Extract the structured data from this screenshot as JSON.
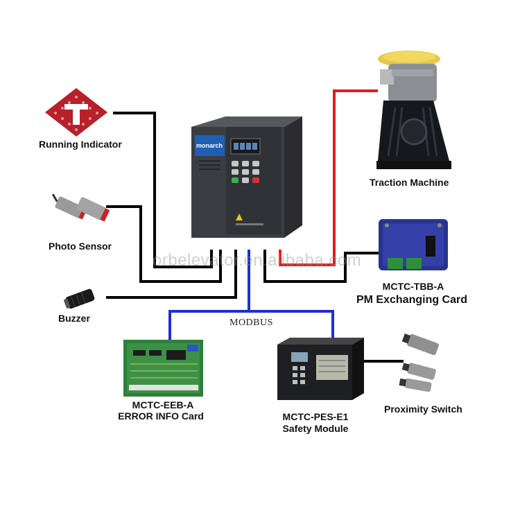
{
  "labels": {
    "running_indicator": "Running Indicator",
    "photo_sensor": "Photo Sensor",
    "buzzer": "Buzzer",
    "traction_machine": "Traction Machine",
    "tbb_model": "MCTC-TBB-A",
    "tbb_name": "PM Exchanging Card",
    "eeb_model": "MCTC-EEB-A",
    "eeb_name": "ERROR INFO Card",
    "pes_model": "MCTC-PES-E1",
    "pes_name": "Safety Module",
    "proximity_switch": "Proximity Switch",
    "modbus": "MODBUS"
  },
  "watermark": "orbelevator.en.alibaba.com",
  "inverter_brand": "monarch",
  "colors": {
    "wire_black": "#000000",
    "wire_blue": "#1f2fd0",
    "wire_red": "#e11d1d",
    "inverter_body": "#3a3d42"
  }
}
